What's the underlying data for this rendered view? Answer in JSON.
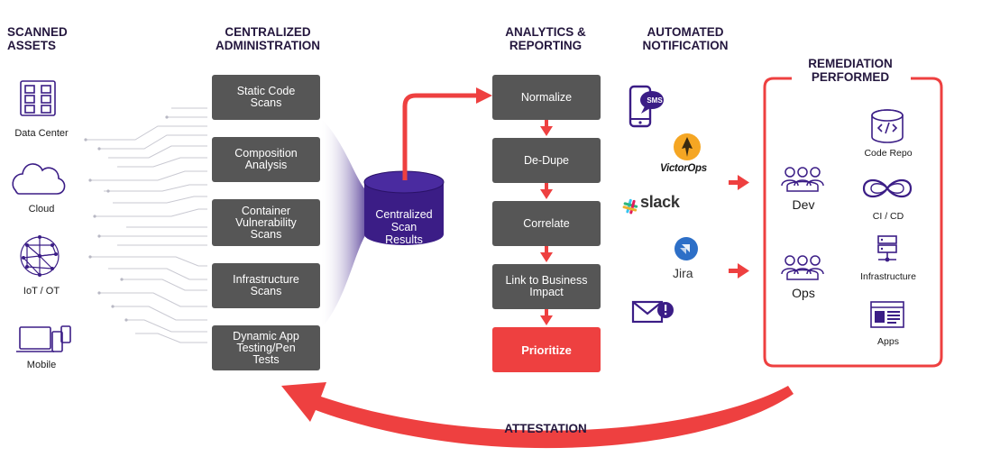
{
  "headers": {
    "scanned": "SCANNED\nASSETS",
    "centralized": "CENTRALIZED\nADMINISTRATION",
    "analytics": "ANALYTICS &\nREPORTING",
    "automated": "AUTOMATED\nNOTIFICATION",
    "remediation": "REMEDIATION\nPERFORMED"
  },
  "assets": [
    {
      "label": "Data Center",
      "icon": "data-center-icon"
    },
    {
      "label": "Cloud",
      "icon": "cloud-icon"
    },
    {
      "label": "IoT / OT",
      "icon": "iot-icon"
    },
    {
      "label": "Mobile",
      "icon": "mobile-icon"
    }
  ],
  "scans": [
    "Static Code\nScans",
    "Composition\nAnalysis",
    "Container\nVulnerability\nScans",
    "Infrastructure\nScans",
    "Dynamic App\nTesting/Pen\nTests"
  ],
  "central_store": "Centralized\nScan\nResults",
  "analytics_steps": [
    "Normalize",
    "De-Dupe",
    "Correlate",
    "Link to Business\nImpact",
    "Prioritize"
  ],
  "notifications": {
    "sms": "SMS",
    "victorops": "VictorOps",
    "slack": "slack",
    "jira": "Jira"
  },
  "teams": [
    "Dev",
    "Ops"
  ],
  "remediation_tools": [
    {
      "label": "Code Repo",
      "icon": "code-repo-icon"
    },
    {
      "label": "CI / CD",
      "icon": "ci-cd-icon"
    },
    {
      "label": "Infrastructure",
      "icon": "server-icon"
    },
    {
      "label": "Apps",
      "icon": "apps-icon"
    }
  ],
  "attestation": "ATTESTATION",
  "colors": {
    "purple": "#3b1d86",
    "dark_navy": "#24173e",
    "gray_box": "#565656",
    "red": "#ee4040"
  }
}
